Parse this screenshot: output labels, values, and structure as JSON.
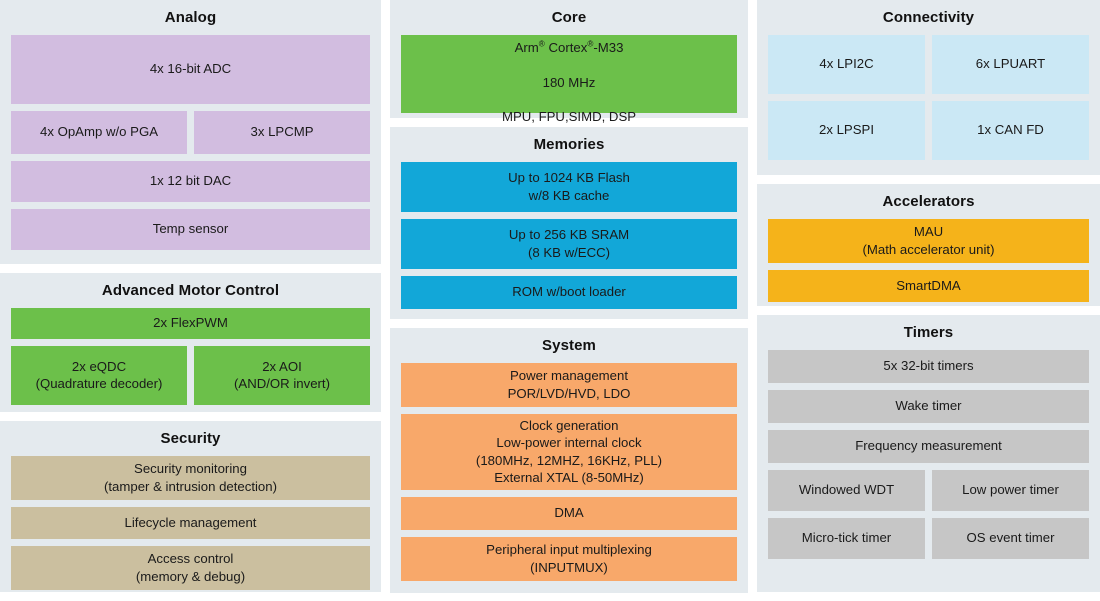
{
  "diagram": {
    "title": "MCU Block Diagram",
    "colors": {
      "panel_background": "#e4eaee",
      "page_background": "#ffffff",
      "analog": "#d2bde0",
      "motor_control": "#6cc04a",
      "security": "#cbbf9f",
      "core": "#6cc04a",
      "memories": "#12a7d8",
      "system": "#f8a86a",
      "connectivity": "#cbe8f5",
      "accelerators": "#f5b31a",
      "timers": "#c6c6c6"
    }
  },
  "columns": {
    "left": {
      "analog": {
        "title": "Analog",
        "blocks": [
          {
            "label": "4x 16-bit ADC"
          },
          {
            "label": "4x OpAmp w/o PGA"
          },
          {
            "label": "3x LPCMP"
          },
          {
            "label": "1x 12 bit DAC"
          },
          {
            "label": "Temp sensor"
          }
        ]
      },
      "motor_control": {
        "title": "Advanced Motor Control",
        "blocks": [
          {
            "label": "2x FlexPWM"
          },
          {
            "label": "2x eQDC\n(Quadrature decoder)"
          },
          {
            "label": "2x AOI\n(AND/OR invert)"
          }
        ]
      },
      "security": {
        "title": "Security",
        "blocks": [
          {
            "label": "Security monitoring\n(tamper & intrusion detection)"
          },
          {
            "label": "Lifecycle management"
          },
          {
            "label": "Access control\n(memory & debug)"
          }
        ]
      }
    },
    "middle": {
      "core": {
        "title": "Core",
        "blocks": [
          {
            "label_line1_pre": "Arm",
            "label_line1_sup1": "®",
            "label_line1_mid": " Cortex",
            "label_line1_sup2": "®",
            "label_line1_post": "-M33",
            "label_line2": "180 MHz",
            "label_line3": "MPU, FPU,SIMD, DSP"
          }
        ]
      },
      "memories": {
        "title": "Memories",
        "blocks": [
          {
            "label": "Up to 1024 KB Flash\nw/8 KB cache"
          },
          {
            "label": "Up to 256 KB SRAM\n(8 KB w/ECC)"
          },
          {
            "label": "ROM w/boot loader"
          }
        ]
      },
      "system": {
        "title": "System",
        "blocks": [
          {
            "label": "Power management\nPOR/LVD/HVD, LDO"
          },
          {
            "label": "Clock generation\nLow-power internal clock\n(180MHz, 12MHZ, 16KHz, PLL)\nExternal XTAL (8-50MHz)"
          },
          {
            "label": "DMA"
          },
          {
            "label": "Peripheral input multiplexing\n(INPUTMUX)"
          }
        ]
      }
    },
    "right": {
      "connectivity": {
        "title": "Connectivity",
        "blocks": [
          {
            "label": "4x LPI2C"
          },
          {
            "label": "6x LPUART"
          },
          {
            "label": "2x LPSPI"
          },
          {
            "label": "1x CAN FD"
          }
        ]
      },
      "accelerators": {
        "title": "Accelerators",
        "blocks": [
          {
            "label": "MAU\n(Math accelerator unit)"
          },
          {
            "label": "SmartDMA"
          }
        ]
      },
      "timers": {
        "title": "Timers",
        "blocks": [
          {
            "label": "5x 32-bit timers"
          },
          {
            "label": "Wake timer"
          },
          {
            "label": "Frequency measurement"
          },
          {
            "label": "Windowed WDT"
          },
          {
            "label": "Low power timer"
          },
          {
            "label": "Micro-tick timer"
          },
          {
            "label": "OS event timer"
          }
        ]
      }
    }
  }
}
